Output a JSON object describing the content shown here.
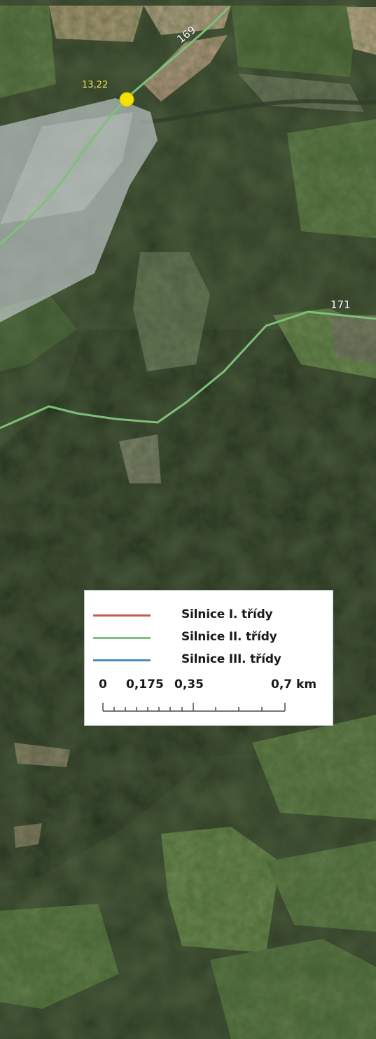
{
  "map": {
    "road_labels": [
      "169",
      "171"
    ],
    "point_label": "13,22",
    "colors": {
      "class1": "#c85a5a",
      "class2": "#7ec07a",
      "class3": "#4f88bd",
      "point": "#f5e000"
    }
  },
  "legend": {
    "items": [
      {
        "label": "Silnice I. třídy",
        "color": "#c85a5a"
      },
      {
        "label": "Silnice II. třídy",
        "color": "#7ec07a"
      },
      {
        "label": "Silnice III. třídy",
        "color": "#4f88bd"
      }
    ],
    "scale": {
      "labels": [
        "0",
        "0,175",
        "0,35",
        "0,7 km"
      ]
    }
  }
}
